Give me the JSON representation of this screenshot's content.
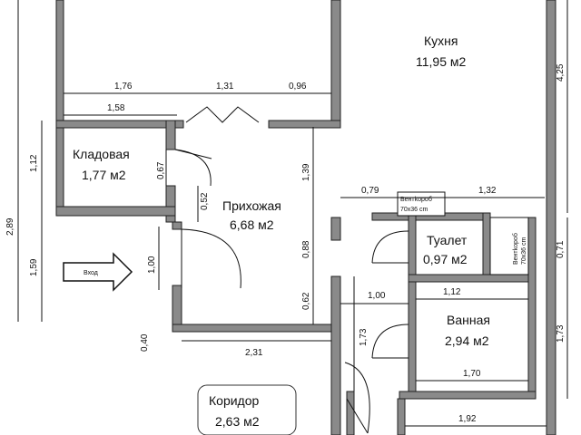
{
  "rooms": {
    "kitchen": {
      "name": "Кухня",
      "area": "11,95 м2"
    },
    "storage": {
      "name": "Кладовая",
      "area": "1,77 м2"
    },
    "hallway": {
      "name": "Прихожая",
      "area": "6,68 м2"
    },
    "toilet": {
      "name": "Туалет",
      "area": "0,97 м2"
    },
    "bathroom": {
      "name": "Ванная",
      "area": "2,94 м2"
    },
    "corridor": {
      "name": "Коридор",
      "area": "2,63 м2"
    }
  },
  "entrance_label": "Вход",
  "vent_labels": {
    "top_line1": "Вентkороб",
    "top_line2": "70x36 cm",
    "side_line1": "Вентkороб",
    "side_line2": "70x36 cm"
  },
  "dimensions": {
    "d_1_76": "1,76",
    "d_1_31": "1,31",
    "d_0_96": "0,96",
    "d_1_58": "1,58",
    "d_4_25": "4,25",
    "d_1_12_left": "1,12",
    "d_0_67": "0,67",
    "d_1_39": "1,39",
    "d_0_79": "0,79",
    "d_1_32": "1,32",
    "d_2_89": "2,89",
    "d_0_52": "0,52",
    "d_0_88": "0,88",
    "d_0_71": "0,71",
    "d_1_59": "1,59",
    "d_1_00_entry": "1,00",
    "d_0_62": "0,62",
    "d_1_00_mid": "1,00",
    "d_1_12_right": "1,12",
    "d_0_40": "0,40",
    "d_2_31": "2,31",
    "d_1_73_mid": "1,73",
    "d_1_73_right": "1,73",
    "d_1_70": "1,70",
    "d_1_92": "1,92"
  }
}
